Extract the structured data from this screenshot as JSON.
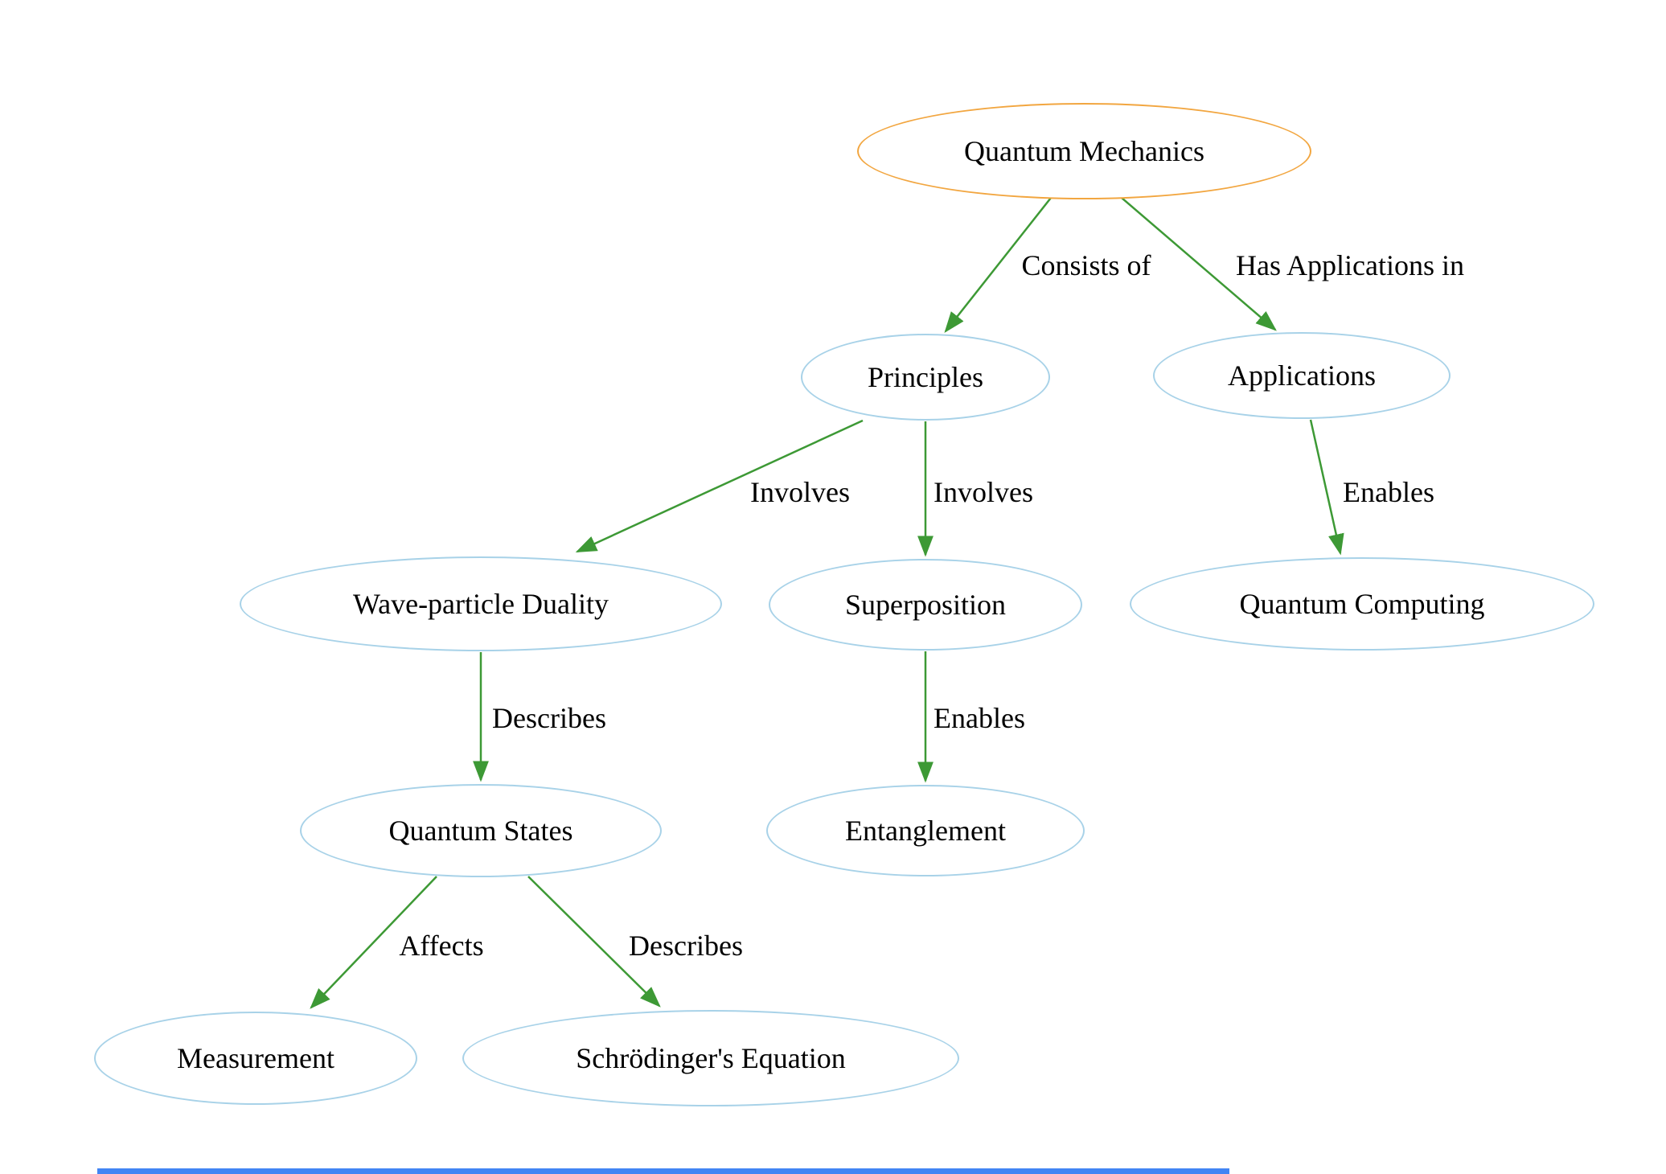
{
  "diagram": {
    "nodes": {
      "quantum_mechanics": {
        "label": "Quantum Mechanics",
        "border_color": "#f2a640"
      },
      "principles": {
        "label": "Principles",
        "border_color": "#a8d2e8"
      },
      "applications": {
        "label": "Applications",
        "border_color": "#a8d2e8"
      },
      "wave_particle_duality": {
        "label": "Wave-particle Duality",
        "border_color": "#a8d2e8"
      },
      "superposition": {
        "label": "Superposition",
        "border_color": "#a8d2e8"
      },
      "quantum_computing": {
        "label": "Quantum Computing",
        "border_color": "#a8d2e8"
      },
      "quantum_states": {
        "label": "Quantum States",
        "border_color": "#a8d2e8"
      },
      "entanglement": {
        "label": "Entanglement",
        "border_color": "#a8d2e8"
      },
      "measurement": {
        "label": "Measurement",
        "border_color": "#a8d2e8"
      },
      "schrodingers_equation": {
        "label": "Schrödinger's Equation",
        "border_color": "#a8d2e8"
      }
    },
    "edges": [
      {
        "from": "Quantum Mechanics",
        "to": "Principles",
        "label": "Consists of"
      },
      {
        "from": "Quantum Mechanics",
        "to": "Applications",
        "label": "Has Applications in"
      },
      {
        "from": "Principles",
        "to": "Wave-particle Duality",
        "label": "Involves"
      },
      {
        "from": "Principles",
        "to": "Superposition",
        "label": "Involves"
      },
      {
        "from": "Applications",
        "to": "Quantum Computing",
        "label": "Enables"
      },
      {
        "from": "Wave-particle Duality",
        "to": "Quantum States",
        "label": "Describes"
      },
      {
        "from": "Superposition",
        "to": "Entanglement",
        "label": "Enables"
      },
      {
        "from": "Quantum States",
        "to": "Measurement",
        "label": "Affects"
      },
      {
        "from": "Quantum States",
        "to": "Schrödinger's Equation",
        "label": "Describes"
      }
    ],
    "colors": {
      "edge": "#3d9935",
      "node_border_default": "#a8d2e8",
      "root_node_border": "#f2a640",
      "text": "#000000",
      "background": "#ffffff"
    }
  }
}
